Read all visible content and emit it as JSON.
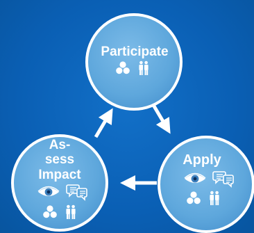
{
  "colors": {
    "background": "#0a62b8",
    "circle_fill": "#5fa8de",
    "circle_border": "#ffffff",
    "arrow": "#ffffff",
    "icon": "#ffffff"
  },
  "nodes": {
    "participate": {
      "label": "Participate",
      "icons": [
        "group-icon",
        "people-pair-icon"
      ]
    },
    "apply": {
      "label": "Apply",
      "icons": [
        "eye-icon",
        "speech-bubbles-icon",
        "group-icon",
        "people-pair-icon"
      ]
    },
    "assess": {
      "label_lines": [
        "As-",
        "sess",
        "Impact"
      ],
      "icons": [
        "eye-icon",
        "speech-bubbles-icon",
        "group-icon",
        "people-pair-icon"
      ]
    }
  },
  "arrows": [
    {
      "from": "participate",
      "to": "apply"
    },
    {
      "from": "apply",
      "to": "assess"
    },
    {
      "from": "assess",
      "to": "participate"
    }
  ]
}
